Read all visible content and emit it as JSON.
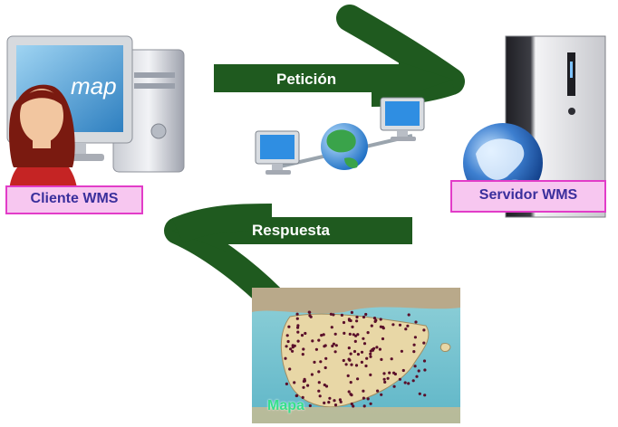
{
  "request_label": "Petición",
  "response_label": "Respuesta",
  "client_label": "Cliente WMS",
  "server_label": "Servidor WMS",
  "monitor_logo_text": "map",
  "map_caption": "Mapa",
  "icons": [
    "client-computer-icon",
    "user-icon",
    "server-tower-icon",
    "globe-icon",
    "network-monitor-icon",
    "map-image"
  ],
  "colors": {
    "arrow_green": "#1f5a1f",
    "label_fill": "#f7c7f0",
    "label_border": "#e23cc8",
    "label_text": "#3a2f9c",
    "map_caption": "#35e08a"
  }
}
